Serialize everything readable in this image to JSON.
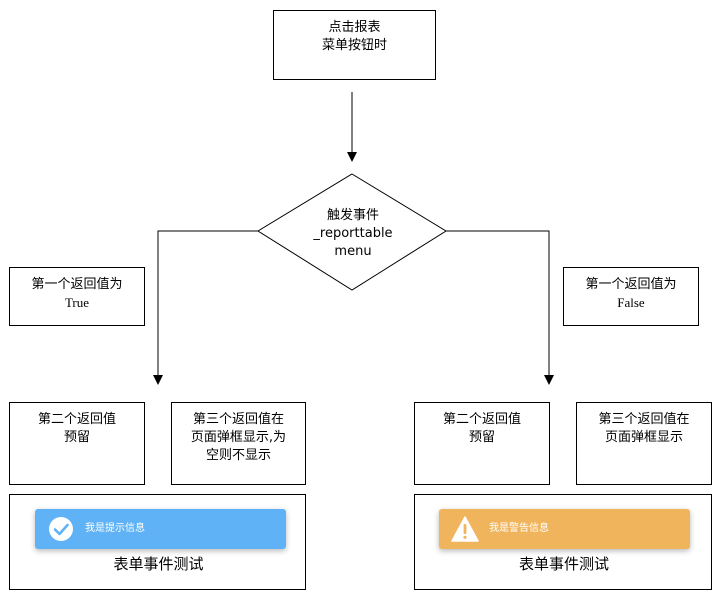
{
  "start": {
    "line1": "点击报表",
    "line2": "菜单按钮时"
  },
  "decision": {
    "line1": "触发事件",
    "line2": "_reporttable",
    "line3": "menu"
  },
  "left": {
    "condition": {
      "line1": "第一个返回值为",
      "line2": "True"
    },
    "second": {
      "line1": "第二个返回值",
      "line2": "预留"
    },
    "third": {
      "line1": "第三个返回值在",
      "line2": "页面弹框显示,为",
      "line3": "空则不显示"
    },
    "demo": {
      "toast_text": "我是提示信息",
      "title": "表单事件测试",
      "toast_color": "#5eb2f5",
      "icon": "check-circle-icon"
    }
  },
  "right": {
    "condition": {
      "line1": "第一个返回值为",
      "line2": "False"
    },
    "second": {
      "line1": "第二个返回值",
      "line2": "预留"
    },
    "third": {
      "line1": "第三个返回值在",
      "line2": "页面弹框显示"
    },
    "demo": {
      "toast_text": "我是警告信息",
      "title": "表单事件测试",
      "toast_color": "#f0b45c",
      "icon": "warning-icon"
    }
  }
}
